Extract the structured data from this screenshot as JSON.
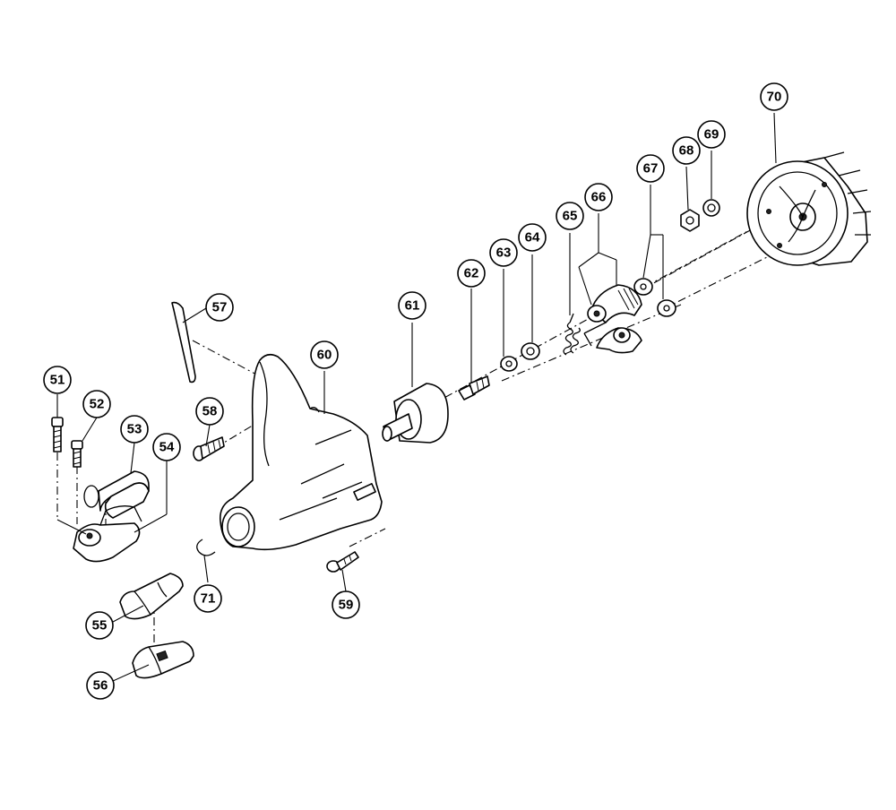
{
  "diagram": {
    "callouts": [
      {
        "id": "51",
        "label": "51"
      },
      {
        "id": "52",
        "label": "52"
      },
      {
        "id": "53",
        "label": "53"
      },
      {
        "id": "54",
        "label": "54"
      },
      {
        "id": "55",
        "label": "55"
      },
      {
        "id": "56",
        "label": "56"
      },
      {
        "id": "57",
        "label": "57"
      },
      {
        "id": "58",
        "label": "58"
      },
      {
        "id": "59",
        "label": "59"
      },
      {
        "id": "60",
        "label": "60"
      },
      {
        "id": "61",
        "label": "61"
      },
      {
        "id": "62",
        "label": "62"
      },
      {
        "id": "63",
        "label": "63"
      },
      {
        "id": "64",
        "label": "64"
      },
      {
        "id": "65",
        "label": "65"
      },
      {
        "id": "66",
        "label": "66"
      },
      {
        "id": "67",
        "label": "67"
      },
      {
        "id": "68",
        "label": "68"
      },
      {
        "id": "69",
        "label": "69"
      },
      {
        "id": "70",
        "label": "70"
      },
      {
        "id": "71",
        "label": "71"
      }
    ]
  }
}
